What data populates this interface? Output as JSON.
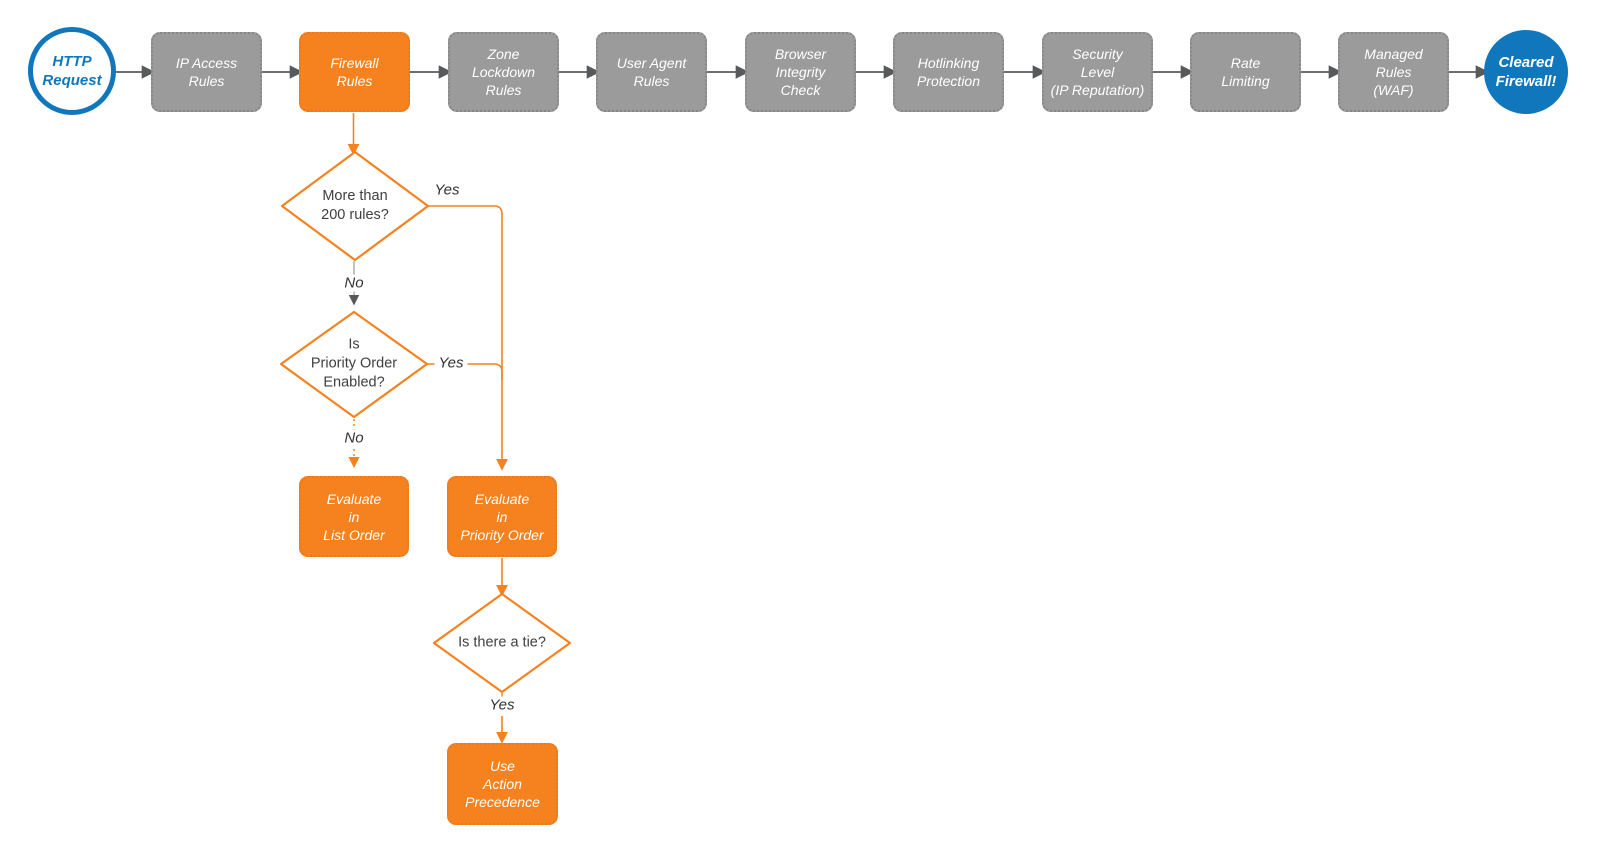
{
  "title": "Firewall request evaluation flowchart",
  "colors": {
    "accent_orange": "#f6821f",
    "accent_blue": "#1177bd",
    "node_gray": "#9b9b9b",
    "arrow_gray": "#58595b",
    "text_dark": "#3f3f3f",
    "node_text": "#ffffff"
  },
  "start_node": {
    "label": "HTTP\nRequest"
  },
  "end_node": {
    "label": "Cleared\nFirewall!"
  },
  "pipeline": [
    {
      "label": "IP Access\nRules",
      "style": "gray"
    },
    {
      "label": "Firewall\nRules",
      "style": "orange"
    },
    {
      "label": "Zone\nLockdown\nRules",
      "style": "gray"
    },
    {
      "label": "User Agent\nRules",
      "style": "gray"
    },
    {
      "label": "Browser\nIntegrity\nCheck",
      "style": "gray"
    },
    {
      "label": "Hotlinking\nProtection",
      "style": "gray"
    },
    {
      "label": "Security\nLevel\n(IP Reputation)",
      "style": "gray"
    },
    {
      "label": "Rate\nLimiting",
      "style": "gray"
    },
    {
      "label": "Managed\nRules\n(WAF)",
      "style": "gray"
    }
  ],
  "decisions": [
    {
      "label": "More than\n200 rules?"
    },
    {
      "label": "Is\nPriority Order\nEnabled?"
    },
    {
      "label": "Is there a tie?"
    }
  ],
  "actions": [
    {
      "label": "Evaluate\nin\nList Order"
    },
    {
      "label": "Evaluate\nin\nPriority Order"
    },
    {
      "label": "Use\nAction\nPrecedence"
    }
  ],
  "edge_labels": {
    "yes1": "Yes",
    "no1": "No",
    "yes2": "Yes",
    "no2": "No",
    "yes3": "Yes"
  }
}
